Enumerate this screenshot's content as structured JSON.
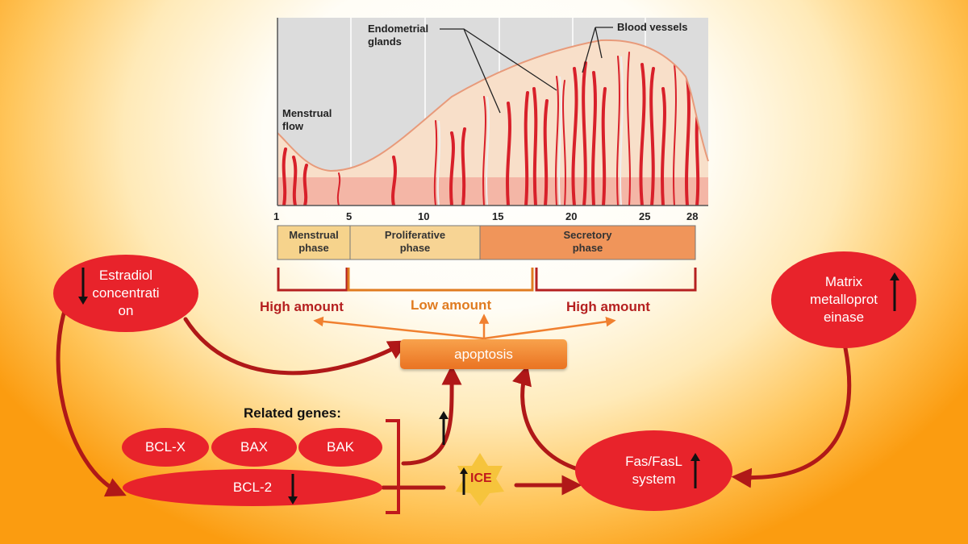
{
  "figure": {
    "annotations": {
      "endometrial_glands": "Endometrial\nglands",
      "blood_vessels": "Blood vessels",
      "menstrual_flow": "Menstrual\nflow"
    },
    "day_ticks": [
      "1",
      "5",
      "10",
      "15",
      "20",
      "25",
      "28"
    ],
    "phases": [
      {
        "label": "Menstrual\nphase",
        "color": "#f6d38c"
      },
      {
        "label": "Proliferative\nphase",
        "color": "#f7d494"
      },
      {
        "label": "Secretory\nphase",
        "color": "#f0955a"
      }
    ]
  },
  "apoptosis_levels": [
    {
      "label": "High amount",
      "color": "#b52020"
    },
    {
      "label": "Low amount",
      "color": "#e07b20"
    },
    {
      "label": "High amount",
      "color": "#b52020"
    }
  ],
  "nodes": {
    "estradiol": "Estradiol\nconcentrati\non",
    "mmp": "Matrix\nmetalloprot\neinase",
    "apoptosis": "apoptosis",
    "related_genes_title": "Related genes:",
    "bcl_x": "BCL-X",
    "bax": "BAX",
    "bak": "BAK",
    "bcl_2": "BCL-2",
    "ice": "ICE",
    "fas": "Fas/FasL\nsystem"
  },
  "colors": {
    "node_red": "#e8232b",
    "arrow_red": "#b01818",
    "apoptosis_orange": "#f08030",
    "ice_gold": "#f6c43c"
  }
}
